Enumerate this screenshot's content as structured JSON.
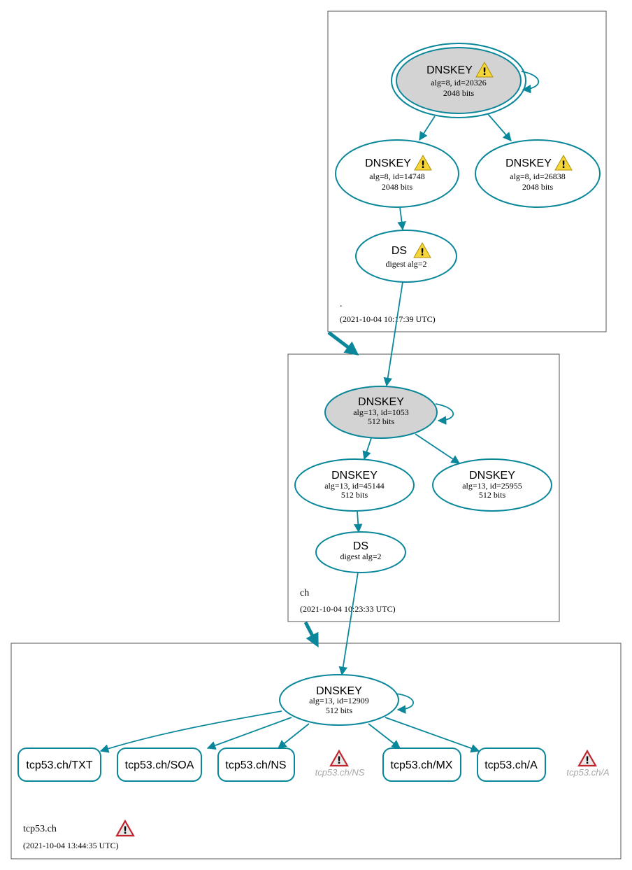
{
  "zones": {
    "root": {
      "name": ".",
      "time": "(2021-10-04 10:17:39 UTC)",
      "ksk": {
        "title": "DNSKEY",
        "line1": "alg=8, id=20326",
        "line2": "2048 bits"
      },
      "zsk1": {
        "title": "DNSKEY",
        "line1": "alg=8, id=14748",
        "line2": "2048 bits"
      },
      "zsk2": {
        "title": "DNSKEY",
        "line1": "alg=8, id=26838",
        "line2": "2048 bits"
      },
      "ds": {
        "title": "DS",
        "line1": "digest alg=2"
      }
    },
    "ch": {
      "name": "ch",
      "time": "(2021-10-04 10:23:33 UTC)",
      "ksk": {
        "title": "DNSKEY",
        "line1": "alg=13, id=1053",
        "line2": "512 bits"
      },
      "zsk1": {
        "title": "DNSKEY",
        "line1": "alg=13, id=45144",
        "line2": "512 bits"
      },
      "zsk2": {
        "title": "DNSKEY",
        "line1": "alg=13, id=25955",
        "line2": "512 bits"
      },
      "ds": {
        "title": "DS",
        "line1": "digest alg=2"
      }
    },
    "tcp53": {
      "name": "tcp53.ch",
      "time": "(2021-10-04 13:44:35 UTC)",
      "key": {
        "title": "DNSKEY",
        "line1": "alg=13, id=12909",
        "line2": "512 bits"
      },
      "rrsets": [
        "tcp53.ch/TXT",
        "tcp53.ch/SOA",
        "tcp53.ch/NS",
        "tcp53.ch/MX",
        "tcp53.ch/A"
      ],
      "errors": [
        "tcp53.ch/NS",
        "tcp53.ch/A"
      ]
    }
  },
  "colors": {
    "edge": "#0a879a",
    "ksk_fill": "#d3d3d3",
    "warning": "#f4d63a",
    "error": "#c0262c"
  },
  "icons": {
    "warning": "warning-triangle-icon",
    "error": "error-triangle-icon"
  }
}
